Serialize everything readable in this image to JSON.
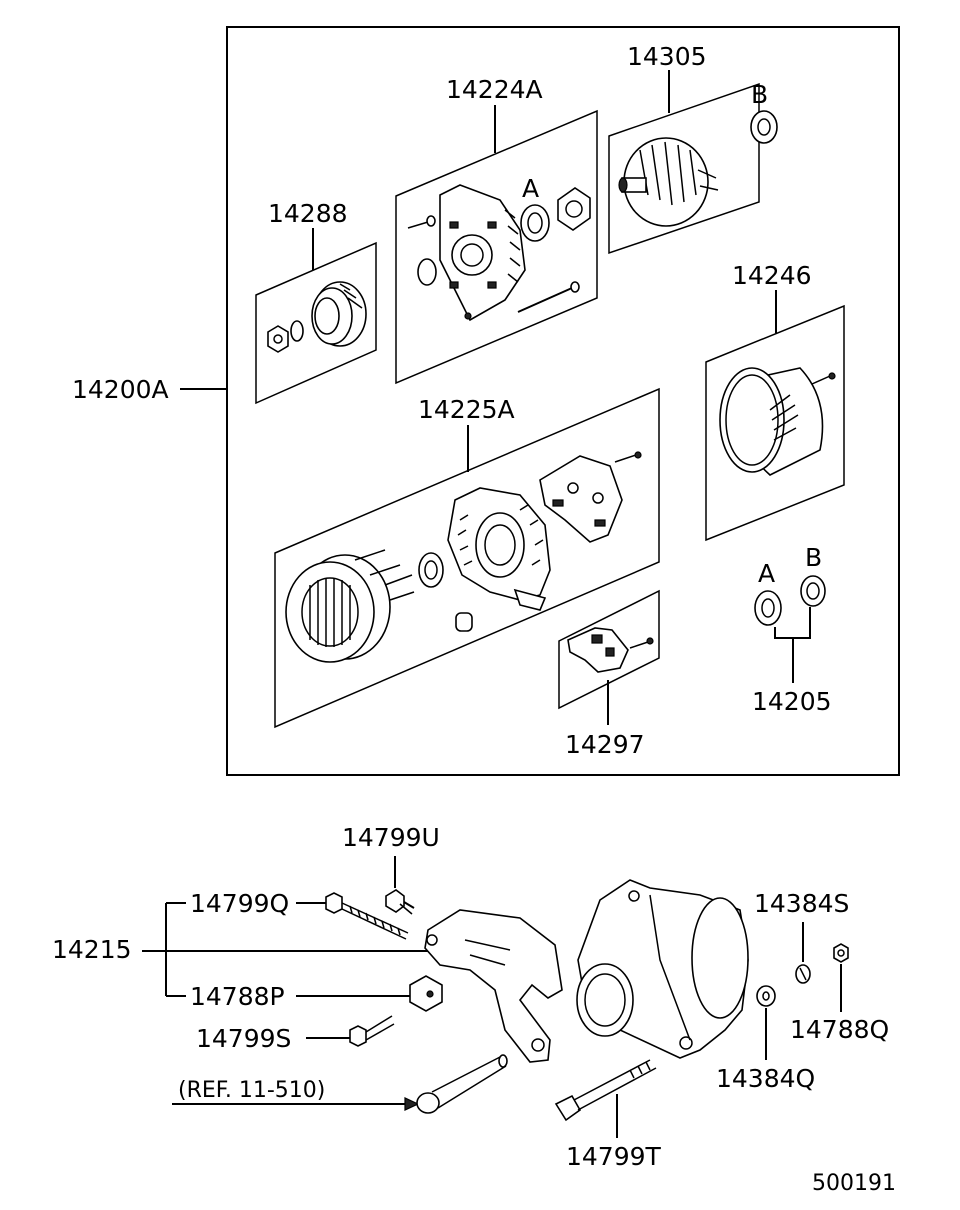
{
  "diagram": {
    "labels": {
      "assembly": "14200A",
      "rear_housing": "14224A",
      "rotor": "14305",
      "pulley": "14288",
      "stator_cover": "14246",
      "front_housing": "14225A",
      "bearing_set": "14205",
      "regulator": "14297",
      "bearing_a_1": "A",
      "bearing_a_2": "A",
      "bearing_b_1": "B",
      "bearing_b_2": "B",
      "bolt_u": "14799U",
      "bolt_q": "14799Q",
      "bracket": "14215",
      "nut_p": "14788P",
      "bolt_s": "14799S",
      "reference": "(REF. 11-510)",
      "bolt_t": "14799T",
      "washer_s": "14384S",
      "nut_q": "14788Q",
      "washer_q": "14384Q",
      "figure_id": "500191"
    },
    "icons": [
      "pulley-icon",
      "rear-housing-icon",
      "rotor-icon",
      "bearing-icon",
      "stator-cover-icon",
      "front-housing-icon",
      "regulator-icon",
      "bracket-icon",
      "alternator-icon",
      "bolt-icon",
      "nut-icon",
      "washer-icon"
    ]
  }
}
